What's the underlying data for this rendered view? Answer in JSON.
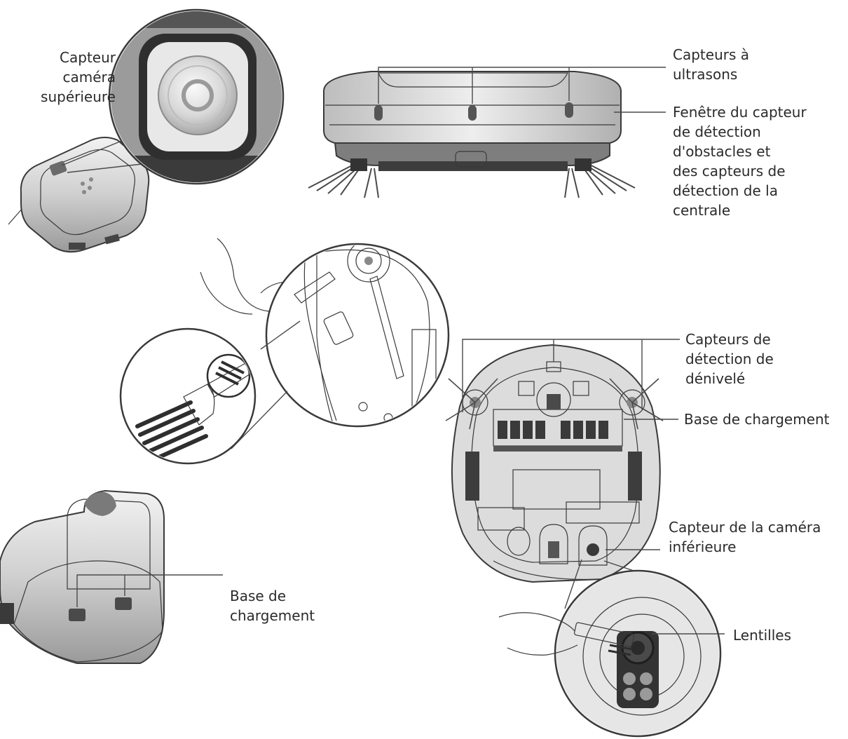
{
  "labels": {
    "top_camera": [
      "Capteur",
      "caméra",
      "supérieure"
    ],
    "ultrasonic": [
      "Capteurs à",
      "ultrasons"
    ],
    "obstacle_window": [
      "Fenêtre du capteur",
      "de détection",
      "d'obstacles et",
      "des capteurs de",
      "détection de la",
      "centrale"
    ],
    "cliff_sensors": [
      "Capteurs de",
      "détection de",
      "dénivelé"
    ],
    "charging_base_robot": [
      "Base de chargement"
    ],
    "bottom_camera": [
      "Capteur de la caméra",
      "inférieure"
    ],
    "charging_base_station": [
      "Base de",
      "chargement"
    ],
    "lenses": [
      "Lentilles"
    ]
  },
  "colors": {
    "body_light": "#e6e6e6",
    "body_mid": "#c8c8c8",
    "body_dark": "#8a8a8a",
    "dark": "#2e2e2e",
    "text": "#2b2b2b"
  }
}
